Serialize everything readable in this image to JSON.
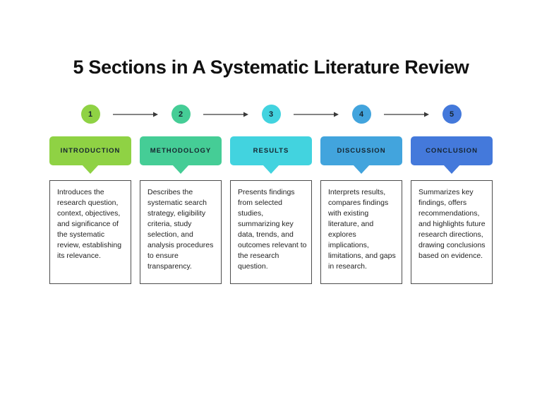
{
  "title": "5 Sections in A Systematic Literature Review",
  "background": "#ffffff",
  "arrow_color": "#3a3a3a",
  "label_color": "#16242f",
  "body_text_color": "#222222",
  "steps": [
    {
      "number": "1",
      "label": "INTRODUCTION",
      "color": "#8FD244",
      "description": "Introduces the research question, context, objectives, and significance of the systematic review, establishing its relevance."
    },
    {
      "number": "2",
      "label": "METHODOLOGY",
      "color": "#45CD96",
      "description": "Describes the systematic search strategy, eligibility criteria, study selection, and analysis procedures to ensure transparency."
    },
    {
      "number": "3",
      "label": "RESULTS",
      "color": "#42D3DF",
      "description": "Presents findings from selected studies, summarizing key data, trends, and outcomes relevant to the research question."
    },
    {
      "number": "4",
      "label": "DISCUSSION",
      "color": "#42A4DD",
      "description": "Interprets results, compares findings with existing literature, and explores implications, limitations, and gaps in research."
    },
    {
      "number": "5",
      "label": "CONCLUSION",
      "color": "#4479DB",
      "description": "Summarizes key findings, offers recommendations, and highlights future research directions, drawing conclusions based on evidence."
    }
  ]
}
